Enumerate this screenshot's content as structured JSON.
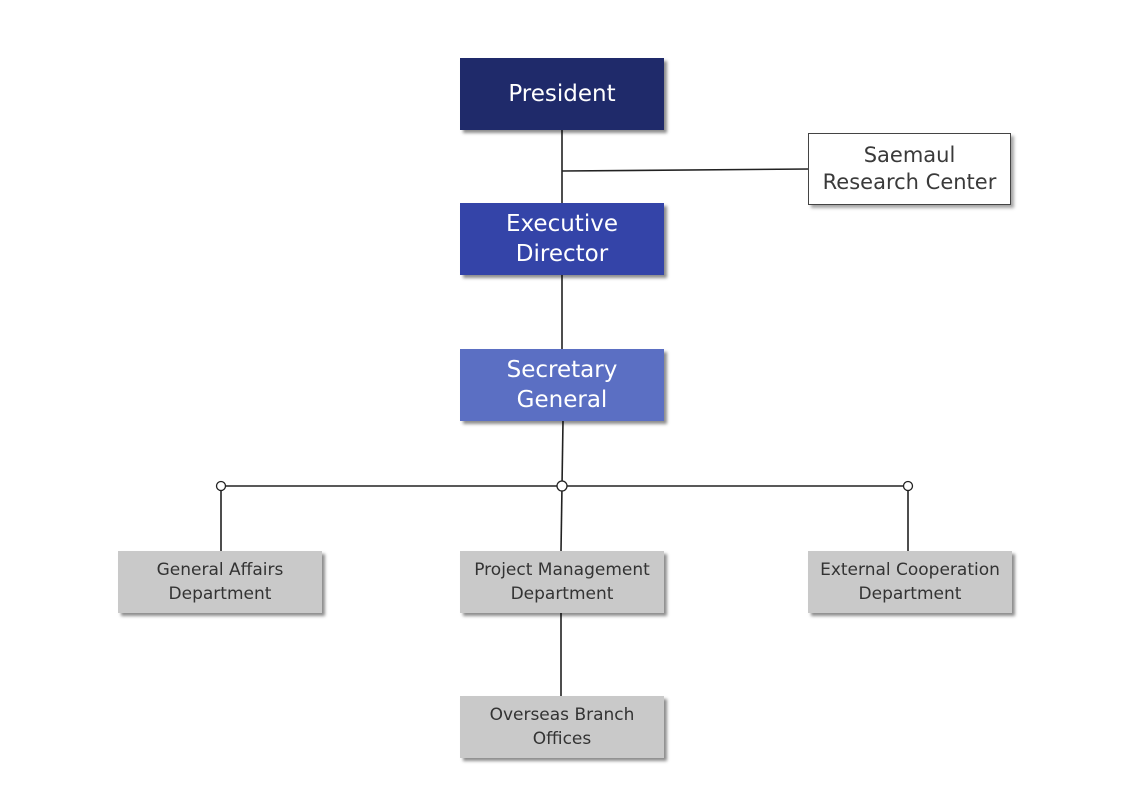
{
  "colors": {
    "president": "#1f2a6a",
    "executive_director": "#3444a8",
    "secretary_general": "#5b6fc3",
    "department": "#c9c9c9",
    "connector": "#222222"
  },
  "org_chart": {
    "president": "President",
    "executive_director": "Executive\nDirector",
    "secretary_general": "Secretary\nGeneral",
    "research_center": "Saemaul\nResearch Center",
    "departments": {
      "general_affairs": "General Affairs\nDepartment",
      "project_management": "Project Management\nDepartment",
      "external_cooperation": "External Cooperation\nDepartment"
    },
    "overseas_offices": "Overseas Branch\nOffices"
  }
}
